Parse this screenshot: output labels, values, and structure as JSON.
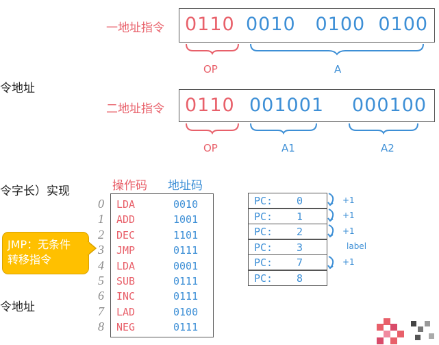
{
  "one_addr": {
    "title": "一地址指令",
    "op_bits": "0110",
    "a_bits": "0010   0100  0100",
    "op_label": "OP",
    "a_label": "A"
  },
  "two_addr": {
    "title": "二地址指令",
    "op_bits": "0110",
    "a1_bits": "001001",
    "a2_bits": "000100",
    "op_label": "OP",
    "a1_label": "A1",
    "a2_label": "A2"
  },
  "left_fragments": [
    "令地址",
    "令字长）实现",
    "令地址"
  ],
  "program": {
    "header_op": "操作码",
    "header_addr": "地址码",
    "rows": [
      {
        "idx": "0",
        "op": "LDA",
        "addr": "0010"
      },
      {
        "idx": "1",
        "op": "ADD",
        "addr": "1001"
      },
      {
        "idx": "2",
        "op": "DEC",
        "addr": "1101"
      },
      {
        "idx": "3",
        "op": "JMP",
        "addr": "0111"
      },
      {
        "idx": "4",
        "op": "LDA",
        "addr": "0001"
      },
      {
        "idx": "5",
        "op": "SUB",
        "addr": "0111"
      },
      {
        "idx": "6",
        "op": "INC",
        "addr": "0111"
      },
      {
        "idx": "7",
        "op": "LAD",
        "addr": "0100"
      },
      {
        "idx": "8",
        "op": "NEG",
        "addr": "0111"
      }
    ]
  },
  "callout": {
    "line1": "JMP：无条件",
    "line2": "转移指令"
  },
  "pc_trace": {
    "key": "PC:",
    "values": [
      "0",
      "1",
      "2",
      "3",
      "7",
      "8"
    ],
    "notes": [
      "+1",
      "+1",
      "+1",
      "label",
      "+1"
    ]
  }
}
